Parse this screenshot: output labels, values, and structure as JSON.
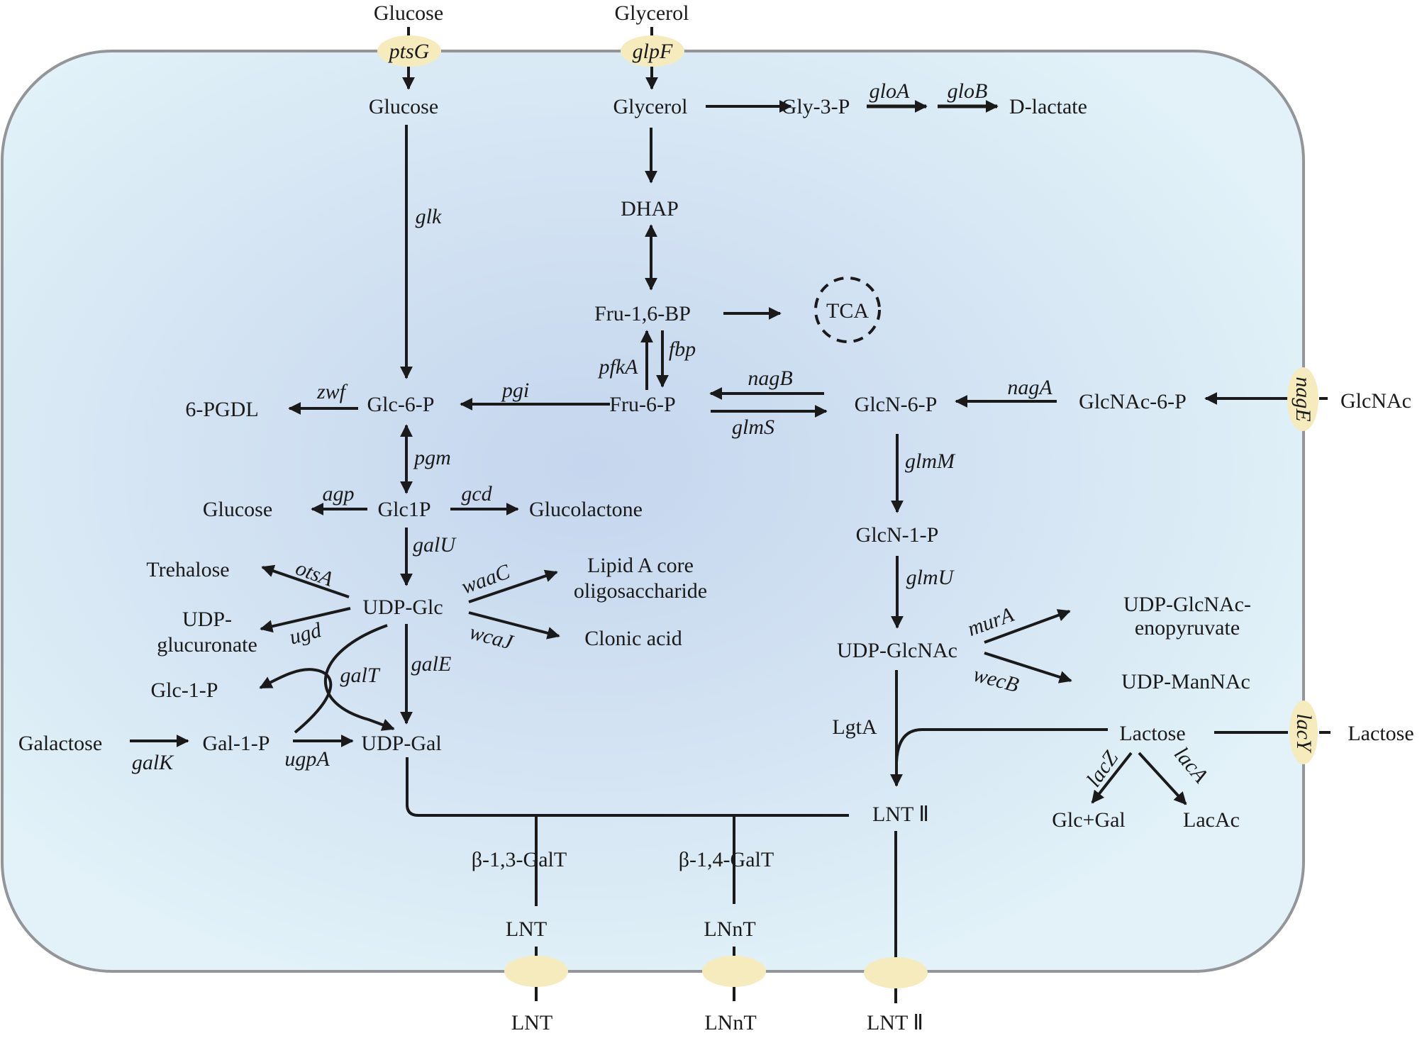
{
  "title": "Metabolic pathway for human milk oligosaccharide (LNT / LNnT / LNT II) biosynthesis in a cell",
  "colors": {
    "cell_fill_center": "#c5d6ee",
    "cell_fill_edge": "#e2f2f8",
    "membrane": "#939598",
    "transporter": "#f6ebbd",
    "line": "#1a1a1a"
  },
  "external": {
    "glucose": "Glucose",
    "glycerol": "Glycerol",
    "glcnac": "GlcNAc",
    "lactose": "Lactose",
    "lnt": "LNT",
    "lnnt": "LNnT",
    "lnt2": "LNT Ⅱ"
  },
  "transporters": {
    "ptsG": "ptsG",
    "glpF": "glpF",
    "nagE": "nagE",
    "lacY": "lacY"
  },
  "metabolites": {
    "glucose_in": "Glucose",
    "glycerol_in": "Glycerol",
    "gly3p": "Gly-3-P",
    "dlactate": "D-lactate",
    "dhap": "DHAP",
    "fru16bp": "Fru-1,6-BP",
    "tca": "TCA",
    "fru6p": "Fru-6-P",
    "glc6p": "Glc-6-P",
    "pgdl": "6-PGDL",
    "glcn6p": "GlcN-6-P",
    "glcnac6p": "GlcNAc-6-P",
    "glc1p": "Glc1P",
    "glucose_agp": "Glucose",
    "glucolactone": "Glucolactone",
    "trehalose": "Trehalose",
    "udpglc": "UDP-Glc",
    "udpglucuronate_1": "UDP-",
    "udpglucuronate_2": "glucuronate",
    "lipidA_1": "Lipid A core",
    "lipidA_2": "oligosaccharide",
    "clonic": "Clonic acid",
    "glc_1_p": "Glc-1-P",
    "galactose": "Galactose",
    "gal1p": "Gal-1-P",
    "udpgal": "UDP-Gal",
    "glcn1p": "GlcN-1-P",
    "udpglcnac": "UDP-GlcNAc",
    "udpglcnac_enopyr_1": "UDP-GlcNAc-",
    "udpglcnac_enopyr_2": "enopyruvate",
    "udpmannac": "UDP-ManNAc",
    "lactose_in": "Lactose",
    "glcgal": "Glc+Gal",
    "lacac": "LacAc",
    "lnt2_in": "LNT Ⅱ",
    "lnt_in": "LNT",
    "lnnt_in": "LNnT"
  },
  "enzymes": {
    "gloA": "gloA",
    "gloB": "gloB",
    "glk": "glk",
    "zwf": "zwf",
    "pgi": "pgi",
    "pfkA": "pfkA",
    "fbp": "fbp",
    "nagB": "nagB",
    "glmS": "glmS",
    "nagA": "nagA",
    "pgm": "pgm",
    "agp": "agp",
    "gcd": "gcd",
    "galU": "galU",
    "otsA": "otsA",
    "ugd": "ugd",
    "waaC": "waaC",
    "wcaJ": "wcaJ",
    "galT": "galT",
    "galE": "galE",
    "galK": "galK",
    "ugpA": "ugpA",
    "glmM": "glmM",
    "glmU": "glmU",
    "murA": "murA",
    "wecB": "wecB",
    "lgtA": "LgtA",
    "lacZ": "lacZ",
    "lacA": "lacA",
    "b13galt": "β-1,3-GalT",
    "b14galt": "β-1,4-GalT"
  }
}
